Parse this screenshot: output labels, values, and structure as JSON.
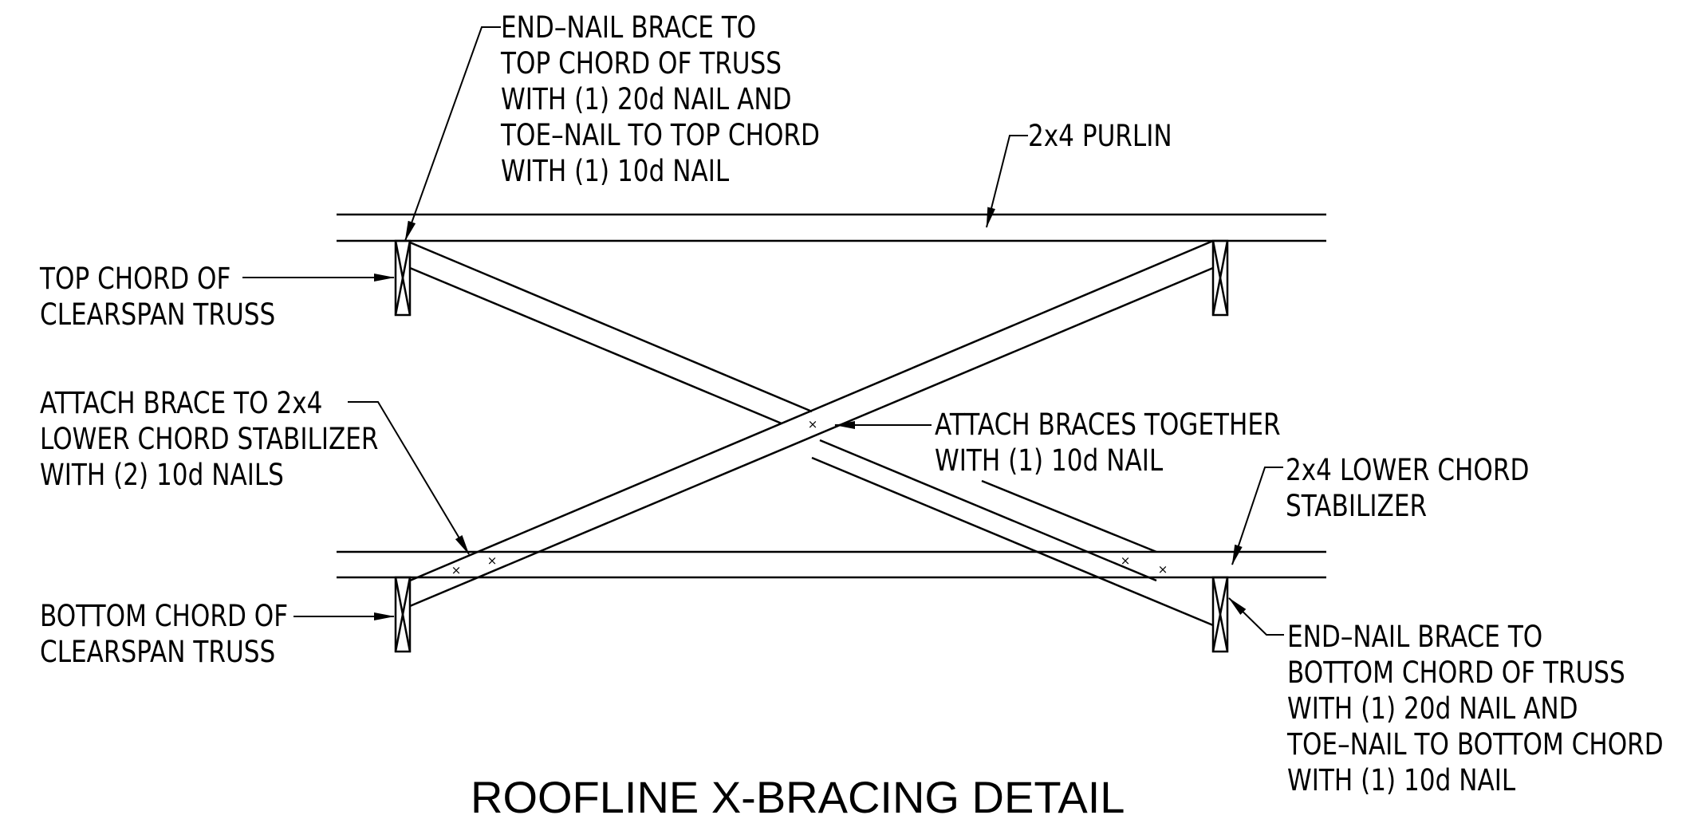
{
  "title": "ROOFLINE X-BRACING DETAIL",
  "notes": {
    "endnail_top": [
      "END–NAIL BRACE TO",
      "TOP CHORD OF TRUSS",
      "WITH (1) 20d NAIL AND",
      "TOE–NAIL TO TOP CHORD",
      "WITH (1) 10d NAIL"
    ],
    "purlin": [
      "2x4 PURLIN"
    ],
    "top_chord": [
      "TOP CHORD OF",
      "CLEARSPAN TRUSS"
    ],
    "attach_brace": [
      "ATTACH BRACE TO 2x4",
      "LOWER CHORD STABILIZER",
      "WITH (2) 10d NAILS"
    ],
    "attach_together": [
      "ATTACH BRACES TOGETHER",
      "WITH (1) 10d NAIL"
    ],
    "stabilizer": [
      "2x4 LOWER CHORD",
      "STABILIZER"
    ],
    "bottom_chord": [
      "BOTTOM CHORD OF",
      "CLEARSPAN TRUSS"
    ],
    "endnail_bottom": [
      "END–NAIL BRACE TO",
      "BOTTOM CHORD OF TRUSS",
      "WITH (1) 20d NAIL AND",
      "TOE–NAIL TO BOTTOM CHORD",
      "WITH (1) 10d NAIL"
    ]
  }
}
